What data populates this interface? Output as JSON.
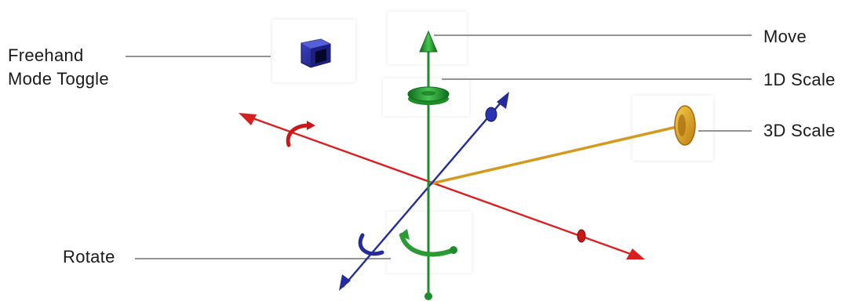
{
  "labels": {
    "freehand": [
      "Freehand",
      "Mode Toggle"
    ],
    "rotate": "Rotate",
    "move": "Move",
    "scale_1d": "1D Scale",
    "scale_3d": "3D Scale"
  },
  "colors": {
    "x_axis": "#d82020",
    "y_axis": "#1f8c2a",
    "z_axis": "#232c9a",
    "scale_3d": "#e3a020",
    "leader_line": "#555555"
  },
  "icons": {
    "freehand": "blue-cube-icon",
    "move": "green-arrow-icon",
    "scale_1d": "green-disc-icon",
    "scale_3d": "orange-disc-icon",
    "rotate": "curved-arrow-icon"
  }
}
